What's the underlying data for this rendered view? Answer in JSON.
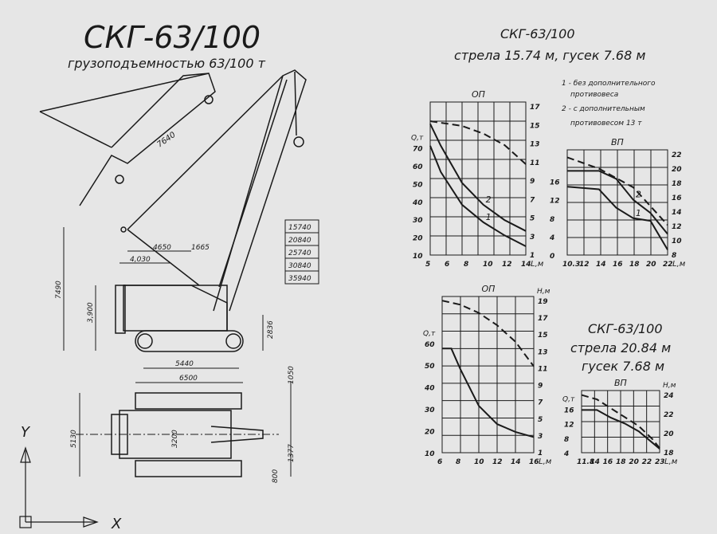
{
  "drawing": {
    "title": "СКГ-63/100",
    "subtitle": "грузоподъемностью 63/100 т",
    "boom_len_label": "7640",
    "dims": {
      "d4650": "4650",
      "d1665": "1665",
      "d4030": "4,030",
      "h7490": "7490",
      "h3900": "3,900",
      "h2836": "2836",
      "w5440": "5440",
      "w6500": "6500",
      "w5130": "5130",
      "w3200": "3200",
      "h1050": "1050",
      "h1377": "1377",
      "h800": "800"
    },
    "table_values": [
      "15740",
      "20840",
      "25740",
      "30840",
      "35940"
    ]
  },
  "ucs": {
    "y_label": "Y",
    "x_label": "X"
  },
  "block1": {
    "title": "СКГ-63/100",
    "subtitle": "стрела 15.74 м, гусек 7.68 м",
    "note1": "1 - без дополнительного",
    "note1b": "противовеса",
    "note2": "2 - с дополнительным",
    "note2b": "противовесом 13 т"
  },
  "block2": {
    "title": "СКГ-63/100",
    "line2": "стрела 20.84 м",
    "line3": "гусек 7.68 м"
  },
  "chart_data": [
    {
      "type": "line",
      "title": "ОП",
      "xlabel": "L,м",
      "ylabel": "Q,т",
      "x_ticks": [
        "5",
        "6",
        "8",
        "10",
        "12",
        "14"
      ],
      "y_left_ticks": [
        "70",
        "60",
        "50",
        "40",
        "30",
        "20",
        "10"
      ],
      "y_right_ticks": [
        "17",
        "15",
        "13",
        "11",
        "9",
        "7",
        "5",
        "3",
        "1"
      ],
      "series": [
        {
          "name": "1",
          "x": [
            5,
            6,
            8,
            10,
            12,
            14
          ],
          "y": [
            60,
            48,
            33,
            25,
            19,
            14
          ]
        },
        {
          "name": "2",
          "x": [
            5,
            6,
            8,
            10,
            12,
            14
          ],
          "y": [
            70,
            60,
            43,
            33,
            26,
            21
          ]
        },
        {
          "name": "H",
          "x": [
            5,
            8,
            10,
            12,
            14
          ],
          "y": [
            15,
            14.5,
            13.7,
            12.5,
            10.5
          ]
        }
      ]
    },
    {
      "type": "line",
      "title": "ВП",
      "xlabel": "L,м",
      "x_ticks": [
        "10.3",
        "12",
        "14",
        "16",
        "18",
        "20",
        "22"
      ],
      "y_left_ticks": [
        "16",
        "12",
        "8",
        "4",
        "0"
      ],
      "y_right_ticks": [
        "22",
        "20",
        "18",
        "16",
        "14",
        "12",
        "10",
        "8"
      ],
      "series": [
        {
          "name": "1",
          "x": [
            10.3,
            14,
            16,
            18,
            20,
            22
          ],
          "y": [
            13,
            12.5,
            9,
            7,
            6.5,
            1
          ]
        },
        {
          "name": "2",
          "x": [
            10.3,
            14,
            16,
            18,
            20,
            22
          ],
          "y": [
            16,
            16,
            14.5,
            10.5,
            8,
            4
          ]
        },
        {
          "name": "H",
          "x": [
            10.3,
            14,
            18,
            22
          ],
          "y": [
            21,
            19.5,
            17,
            12
          ]
        }
      ]
    },
    {
      "type": "line",
      "title": "ОП",
      "xlabel": "L,м",
      "ylabel": "Q,т",
      "y2label": "Н,м",
      "x_ticks": [
        "6",
        "8",
        "10",
        "12",
        "14",
        "16"
      ],
      "y_left_ticks": [
        "60",
        "50",
        "40",
        "30",
        "20",
        "10"
      ],
      "y_right_ticks": [
        "19",
        "17",
        "15",
        "13",
        "11",
        "9",
        "7",
        "5",
        "3",
        "1"
      ],
      "series": [
        {
          "name": "Q",
          "x": [
            6,
            7,
            8,
            10,
            12,
            14,
            16
          ],
          "y": [
            50,
            50,
            42,
            28,
            21,
            18,
            16
          ]
        },
        {
          "name": "H",
          "x": [
            6,
            8,
            10,
            12,
            14,
            16
          ],
          "y": [
            19.5,
            19,
            18,
            16.5,
            14.5,
            11.5
          ]
        }
      ]
    },
    {
      "type": "line",
      "title": "ВП",
      "xlabel": "L,м",
      "ylabel": "Q,т",
      "y2label": "Н,м",
      "x_ticks": [
        "11.8",
        "14",
        "16",
        "18",
        "20",
        "22",
        "23"
      ],
      "y_left_ticks": [
        "16",
        "12",
        "8",
        "4"
      ],
      "y_right_ticks": [
        "24",
        "22",
        "20",
        "18"
      ],
      "series": [
        {
          "name": "Q",
          "x": [
            11.8,
            14,
            16,
            18,
            20,
            22,
            23
          ],
          "y": [
            13,
            13,
            11,
            9.5,
            7.5,
            4.5,
            3
          ]
        },
        {
          "name": "H",
          "x": [
            11.8,
            14,
            16,
            18,
            20,
            22,
            23
          ],
          "y": [
            24.5,
            24,
            23,
            22,
            21,
            19.5,
            18.5
          ]
        }
      ]
    }
  ]
}
